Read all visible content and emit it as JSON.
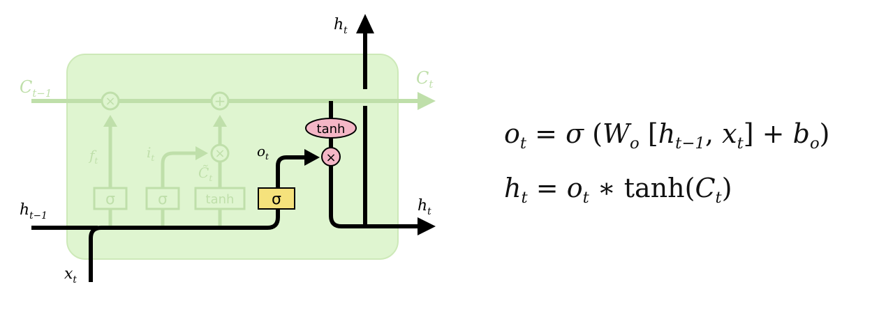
{
  "diagram": {
    "faded_labels": {
      "c_prev": {
        "main": "C",
        "sub": "t−1"
      },
      "c_next": {
        "main": "C",
        "sub": "t"
      },
      "f_t": {
        "main": "f",
        "sub": "t"
      },
      "i_t": {
        "main": "i",
        "sub": "t"
      },
      "c_tilde": {
        "main": "C̃",
        "sub": "t"
      }
    },
    "faded_gates": {
      "forget_sigma": "σ",
      "input_sigma": "σ",
      "candidate_tanh": "tanh",
      "mult1": "×",
      "add": "+",
      "mult2": "×"
    },
    "active": {
      "o_t": {
        "main": "o",
        "sub": "t"
      },
      "output_sigma": "σ",
      "output_tanh": "tanh",
      "output_mult": "×",
      "h_prev": {
        "main": "h",
        "sub": "t−1"
      },
      "x_t": {
        "main": "x",
        "sub": "t"
      },
      "h_out_right": {
        "main": "h",
        "sub": "t"
      },
      "h_out_top": {
        "main": "h",
        "sub": "t"
      }
    },
    "colors": {
      "cell_fill": "#dff5d0",
      "cell_stroke": "#cde9b8",
      "faded": "#bfdfaa",
      "sigma_fill": "#f5e27c",
      "pink_fill": "#f4b6c6",
      "line": "#000000"
    }
  },
  "equations": {
    "line1": {
      "lhs": "o",
      "lhs_sub": "t",
      "eq": "=",
      "sigma": "σ",
      "lparen": "(",
      "w": "W",
      "w_sub": "o",
      "lbr": "[",
      "h": "h",
      "h_sub": "t−1",
      "comma": ",",
      "x": "x",
      "x_sub": "t",
      "rbr": "]",
      "plus": "+",
      "b": "b",
      "b_sub": "o",
      "rparen": ")"
    },
    "line2": {
      "lhs": "h",
      "lhs_sub": "t",
      "eq": "=",
      "o": "o",
      "o_sub": "t",
      "star": "∗",
      "tanh": "tanh",
      "lparen": "(",
      "c": "C",
      "c_sub": "t",
      "rparen": ")"
    }
  }
}
